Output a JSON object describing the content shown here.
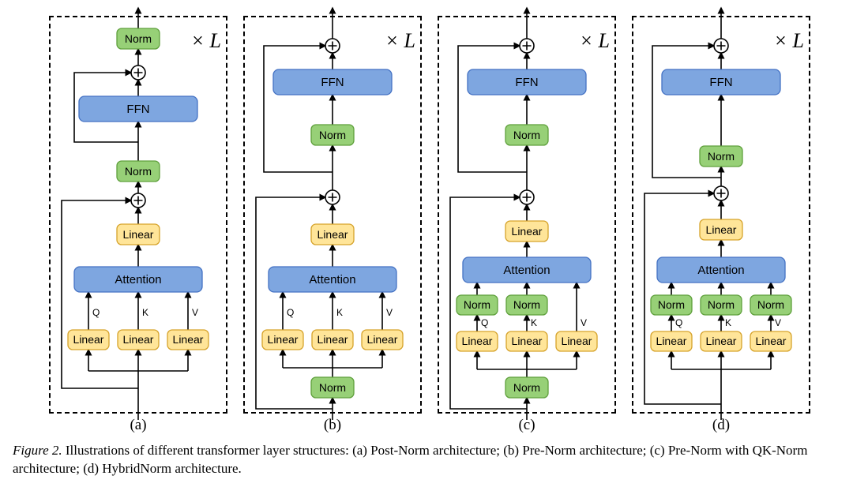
{
  "figure": {
    "caption_label": "Figure 2.",
    "caption_text": " Illustrations of different transformer layer structures: (a) Post-Norm architecture; (b) Pre-Norm architecture; (c) Pre-Norm with QK-Norm architecture; (d) HybridNorm architecture."
  },
  "labels": {
    "norm": "Norm",
    "ffn": "FFN",
    "linear": "Linear",
    "attention": "Attention",
    "q": "Q",
    "k": "K",
    "v": "V",
    "repeat": "× L"
  },
  "panels": [
    {
      "letter": "(a)",
      "architecture": "Post-Norm"
    },
    {
      "letter": "(b)",
      "architecture": "Pre-Norm"
    },
    {
      "letter": "(c)",
      "architecture": "Pre-Norm with QK-Norm"
    },
    {
      "letter": "(d)",
      "architecture": "HybridNorm"
    }
  ],
  "colors": {
    "norm-fill": "#97d077",
    "norm-stroke": "#5fa03c",
    "linear-fill": "#ffe599",
    "linear-stroke": "#d6a32b",
    "blue-fill": "#7ea6e0",
    "blue-stroke": "#4472c4",
    "line": "#000000"
  }
}
